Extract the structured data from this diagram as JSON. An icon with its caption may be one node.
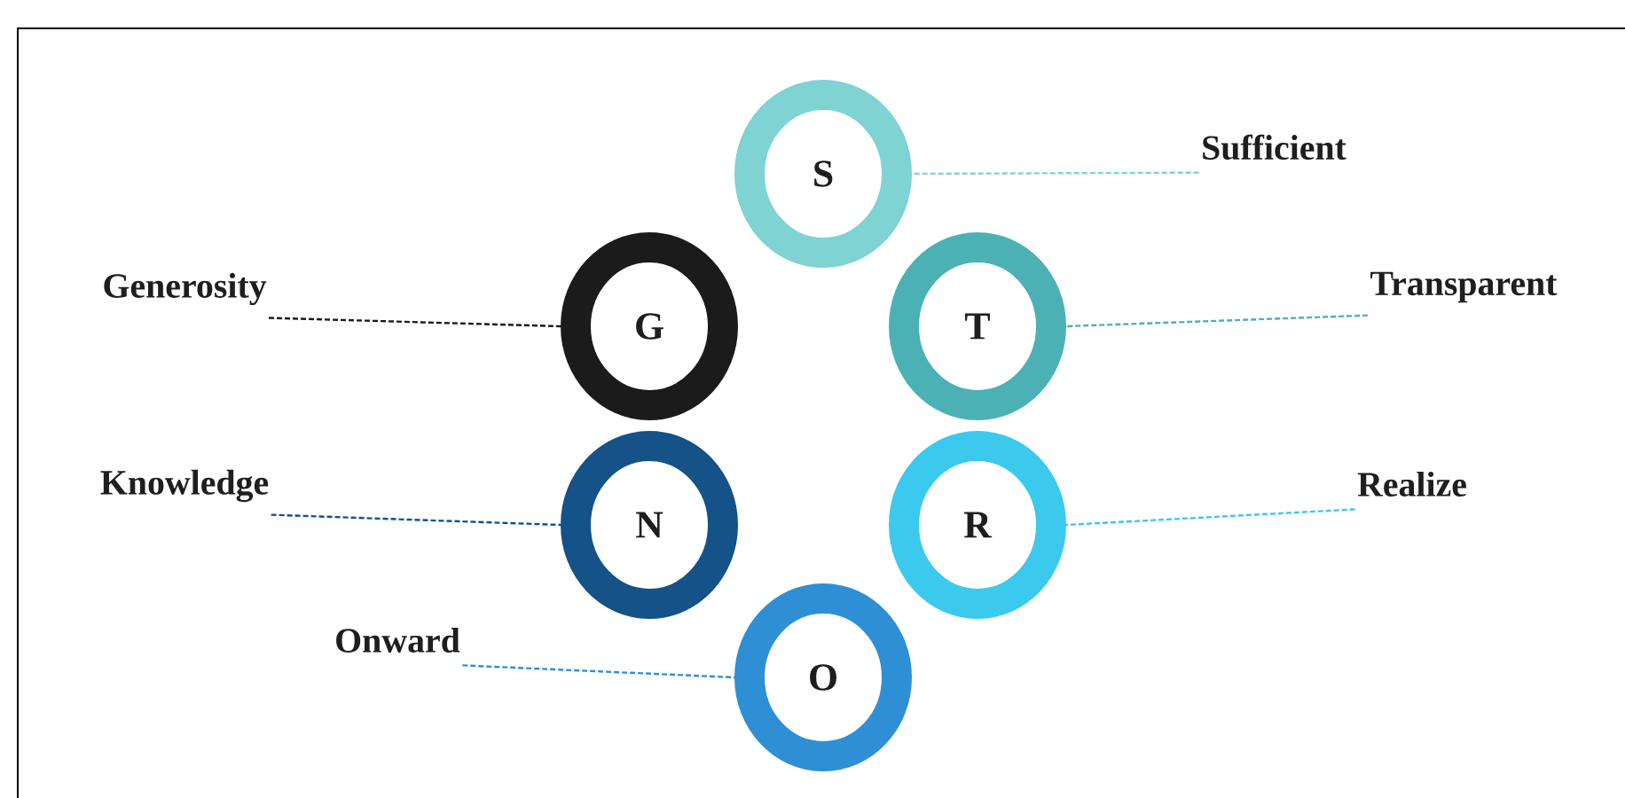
{
  "diagram": {
    "nodes": [
      {
        "text": [
          "S"
        ]
      },
      {
        "text": [
          "Sufficient"
        ]
      },
      {
        "text": [
          "Generosity"
        ]
      },
      {
        "text": [
          "G"
        ]
      },
      {
        "text": [
          "T"
        ]
      },
      {
        "text": [
          "Transparent"
        ]
      },
      {
        "text": [
          "Knowledge"
        ]
      },
      {
        "text": [
          "N"
        ]
      },
      {
        "text": [
          "R"
        ]
      },
      {
        "text": [
          "Realize"
        ]
      },
      {
        "text": [
          "Onward"
        ]
      },
      {
        "text": [
          "O"
        ]
      }
    ],
    "edges": [
      {
        "from": 1,
        "to": 0,
        "arrow": "none",
        "style": "dashed",
        "color": "#7fd3d2"
      },
      {
        "from": 2,
        "to": 3,
        "arrow": "none",
        "style": "dashed",
        "color": "#1b1b1b"
      },
      {
        "from": 5,
        "to": 4,
        "arrow": "none",
        "style": "dashed",
        "color": "#4cb1b5"
      },
      {
        "from": 6,
        "to": 7,
        "arrow": "none",
        "style": "dashed",
        "color": "#145287"
      },
      {
        "from": 9,
        "to": 8,
        "arrow": "none",
        "style": "dashed",
        "color": "#3bc9ee"
      },
      {
        "from": 10,
        "to": 11,
        "arrow": "none",
        "style": "dashed",
        "color": "#2e8fd4"
      }
    ]
  }
}
